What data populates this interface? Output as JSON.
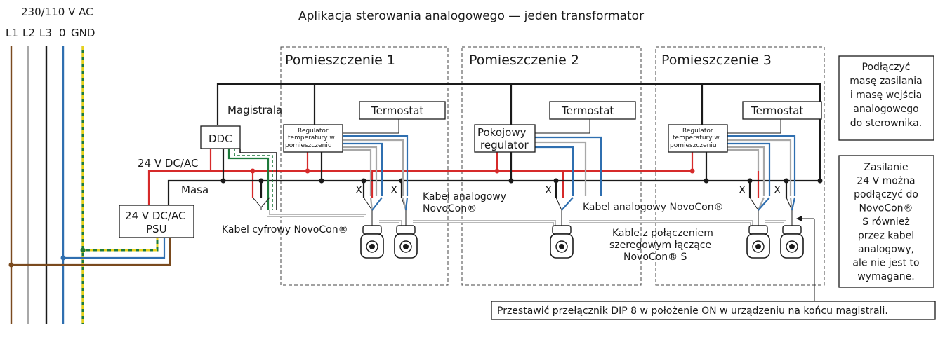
{
  "title": "Aplikacja sterowania analogowego — jeden transformator",
  "supply": {
    "voltage": "230/110 V AC",
    "phases": [
      "L1",
      "L2",
      "L3",
      "0",
      "GND"
    ]
  },
  "rooms": [
    "Pomieszczenie 1",
    "Pomieszczenie 2",
    "Pomieszczenie 3"
  ],
  "devices": {
    "ddc": "DDC",
    "psu_line1": "24 V DC/AC",
    "psu_line2": "PSU",
    "thermostat": "Termostat",
    "regulator_line1": "Regulator",
    "regulator_line2": "temperatury w",
    "regulator_line3": "pomieszczeniu",
    "room_regulator_line1": "Pokojowy",
    "room_regulator_line2": "regulator"
  },
  "labels": {
    "bus": "Magistrala",
    "power": "24 V DC/AC",
    "ground": "Masa",
    "digital_cable": "Kabel cyfrowy NovoCon®",
    "analog_cable_1_line1": "Kabel analogowy",
    "analog_cable_1_line2": "NovoCon®",
    "analog_cable_2": "Kabel analogowy NovoCon®",
    "serial_cables_line1": "Kable z połączeniem",
    "serial_cables_line2": "szeregowym łączące",
    "serial_cables_line3": "NovoCon® S",
    "cut_mark": "X"
  },
  "notes": {
    "ground_note": [
      "Podłączyć",
      "masę zasilania",
      "i masę wejścia",
      "analogowego",
      "do sterownika."
    ],
    "supply_note": [
      "Zasilanie",
      "24 V można",
      "podłączyć do",
      "NovoCon®",
      "S również",
      "przez kabel",
      "analogowy,",
      "ale nie jest to",
      "wymagane."
    ],
    "dip_note": "Przestawić przełącznik DIP 8 w położenie ON w urządzeniu na końcu magistrali."
  },
  "colors": {
    "L1": "#7a4a1e",
    "L2": "#a8a8a8",
    "L3": "#1a1a1a",
    "neutral": "#2f6fb0",
    "ground": "#1d7a3a",
    "ground_stripe": "#e8d21c",
    "power_24v": "#d62a2a",
    "bus": "#1a1a1a",
    "analog_gray": "#a8a8a8",
    "analog_blue": "#2f6fb0"
  },
  "icons": [
    "actuator-icon"
  ]
}
